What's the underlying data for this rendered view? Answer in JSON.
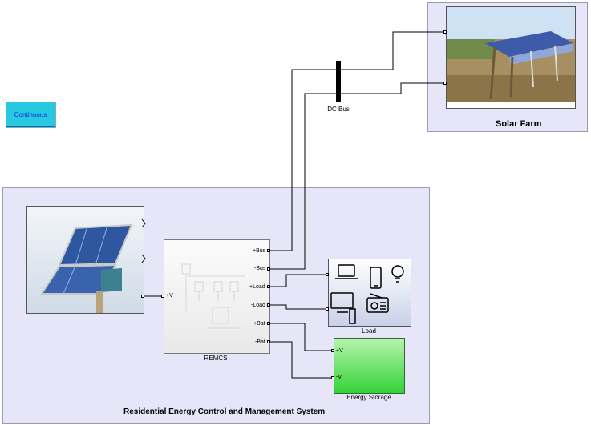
{
  "continuous_block": {
    "label": "Continuous"
  },
  "solar_farm": {
    "title": "Solar Farm"
  },
  "dc_bus": {
    "label": "DC Bus"
  },
  "residential_area": {
    "title": "Residential Energy Control and Management System"
  },
  "remcs": {
    "label": "REMCS",
    "ports": {
      "plus_v": "+V",
      "plus_bus": "+Bus",
      "minus_bus": "-Bus",
      "plus_load": "+Load",
      "minus_load": "-Load",
      "plus_bat": "+Bat",
      "minus_bat": "-Bat"
    }
  },
  "load": {
    "label": "Load"
  },
  "energy_storage": {
    "label": "Energy Storage",
    "ports": {
      "plus_v": "+V",
      "minus_v": "-V"
    }
  },
  "colors": {
    "subsystem_bg": "#e6e6f8",
    "continuous_bg": "#28c8e0",
    "storage_green": "#33d236"
  }
}
